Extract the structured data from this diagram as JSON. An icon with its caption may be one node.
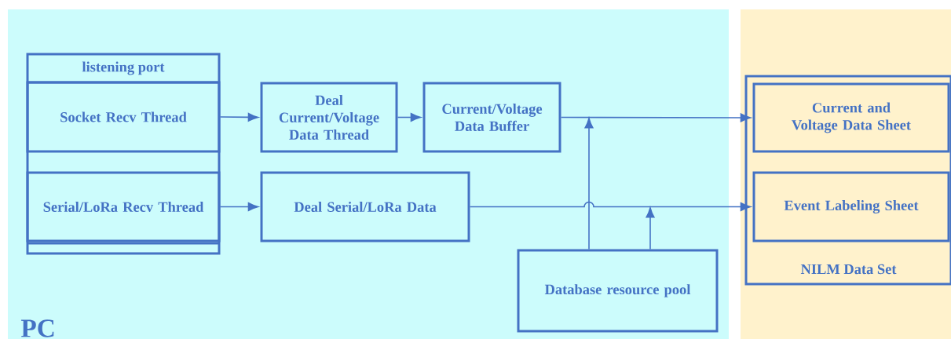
{
  "diagram": {
    "nodes": [
      {
        "text": [
          "PC"
        ]
      },
      {
        "text": [],
        "shape": "box"
      },
      {
        "text": [
          "listening port"
        ],
        "in": 0
      },
      {
        "text": [
          "Socket Recv Thread"
        ],
        "in": 2
      },
      {
        "text": [
          "Serial/LoRa Recv Thread"
        ],
        "in": 2
      },
      {
        "text": [
          "Deal Current/Voltage Data Thread"
        ],
        "in": 0
      },
      {
        "text": [
          "Current/Voltage Data Buffer"
        ],
        "in": 0
      },
      {
        "text": [
          "Deal Serial/LoRa Data"
        ],
        "in": 0
      },
      {
        "text": [
          "Database resource pool"
        ],
        "in": 0
      },
      {
        "text": [
          "NILM Data Set"
        ],
        "in": 1
      },
      {
        "text": [
          "Current and Voltage Data Sheet"
        ],
        "in": 9
      },
      {
        "text": [
          "Event Labeling Sheet"
        ],
        "in": 9
      }
    ],
    "edges": [
      {
        "from": 3,
        "to": 5,
        "arrow": "to"
      },
      {
        "from": 5,
        "to": 6,
        "arrow": "to"
      },
      {
        "from": 4,
        "to": 7,
        "arrow": "to"
      },
      {
        "from": 6,
        "to": 10,
        "arrow": "to"
      },
      {
        "from": 7,
        "to": 11,
        "arrow": "to"
      },
      {
        "from": 8,
        "to": null,
        "arrow": "to"
      },
      {
        "from": 8,
        "to": null,
        "arrow": "to"
      }
    ]
  }
}
